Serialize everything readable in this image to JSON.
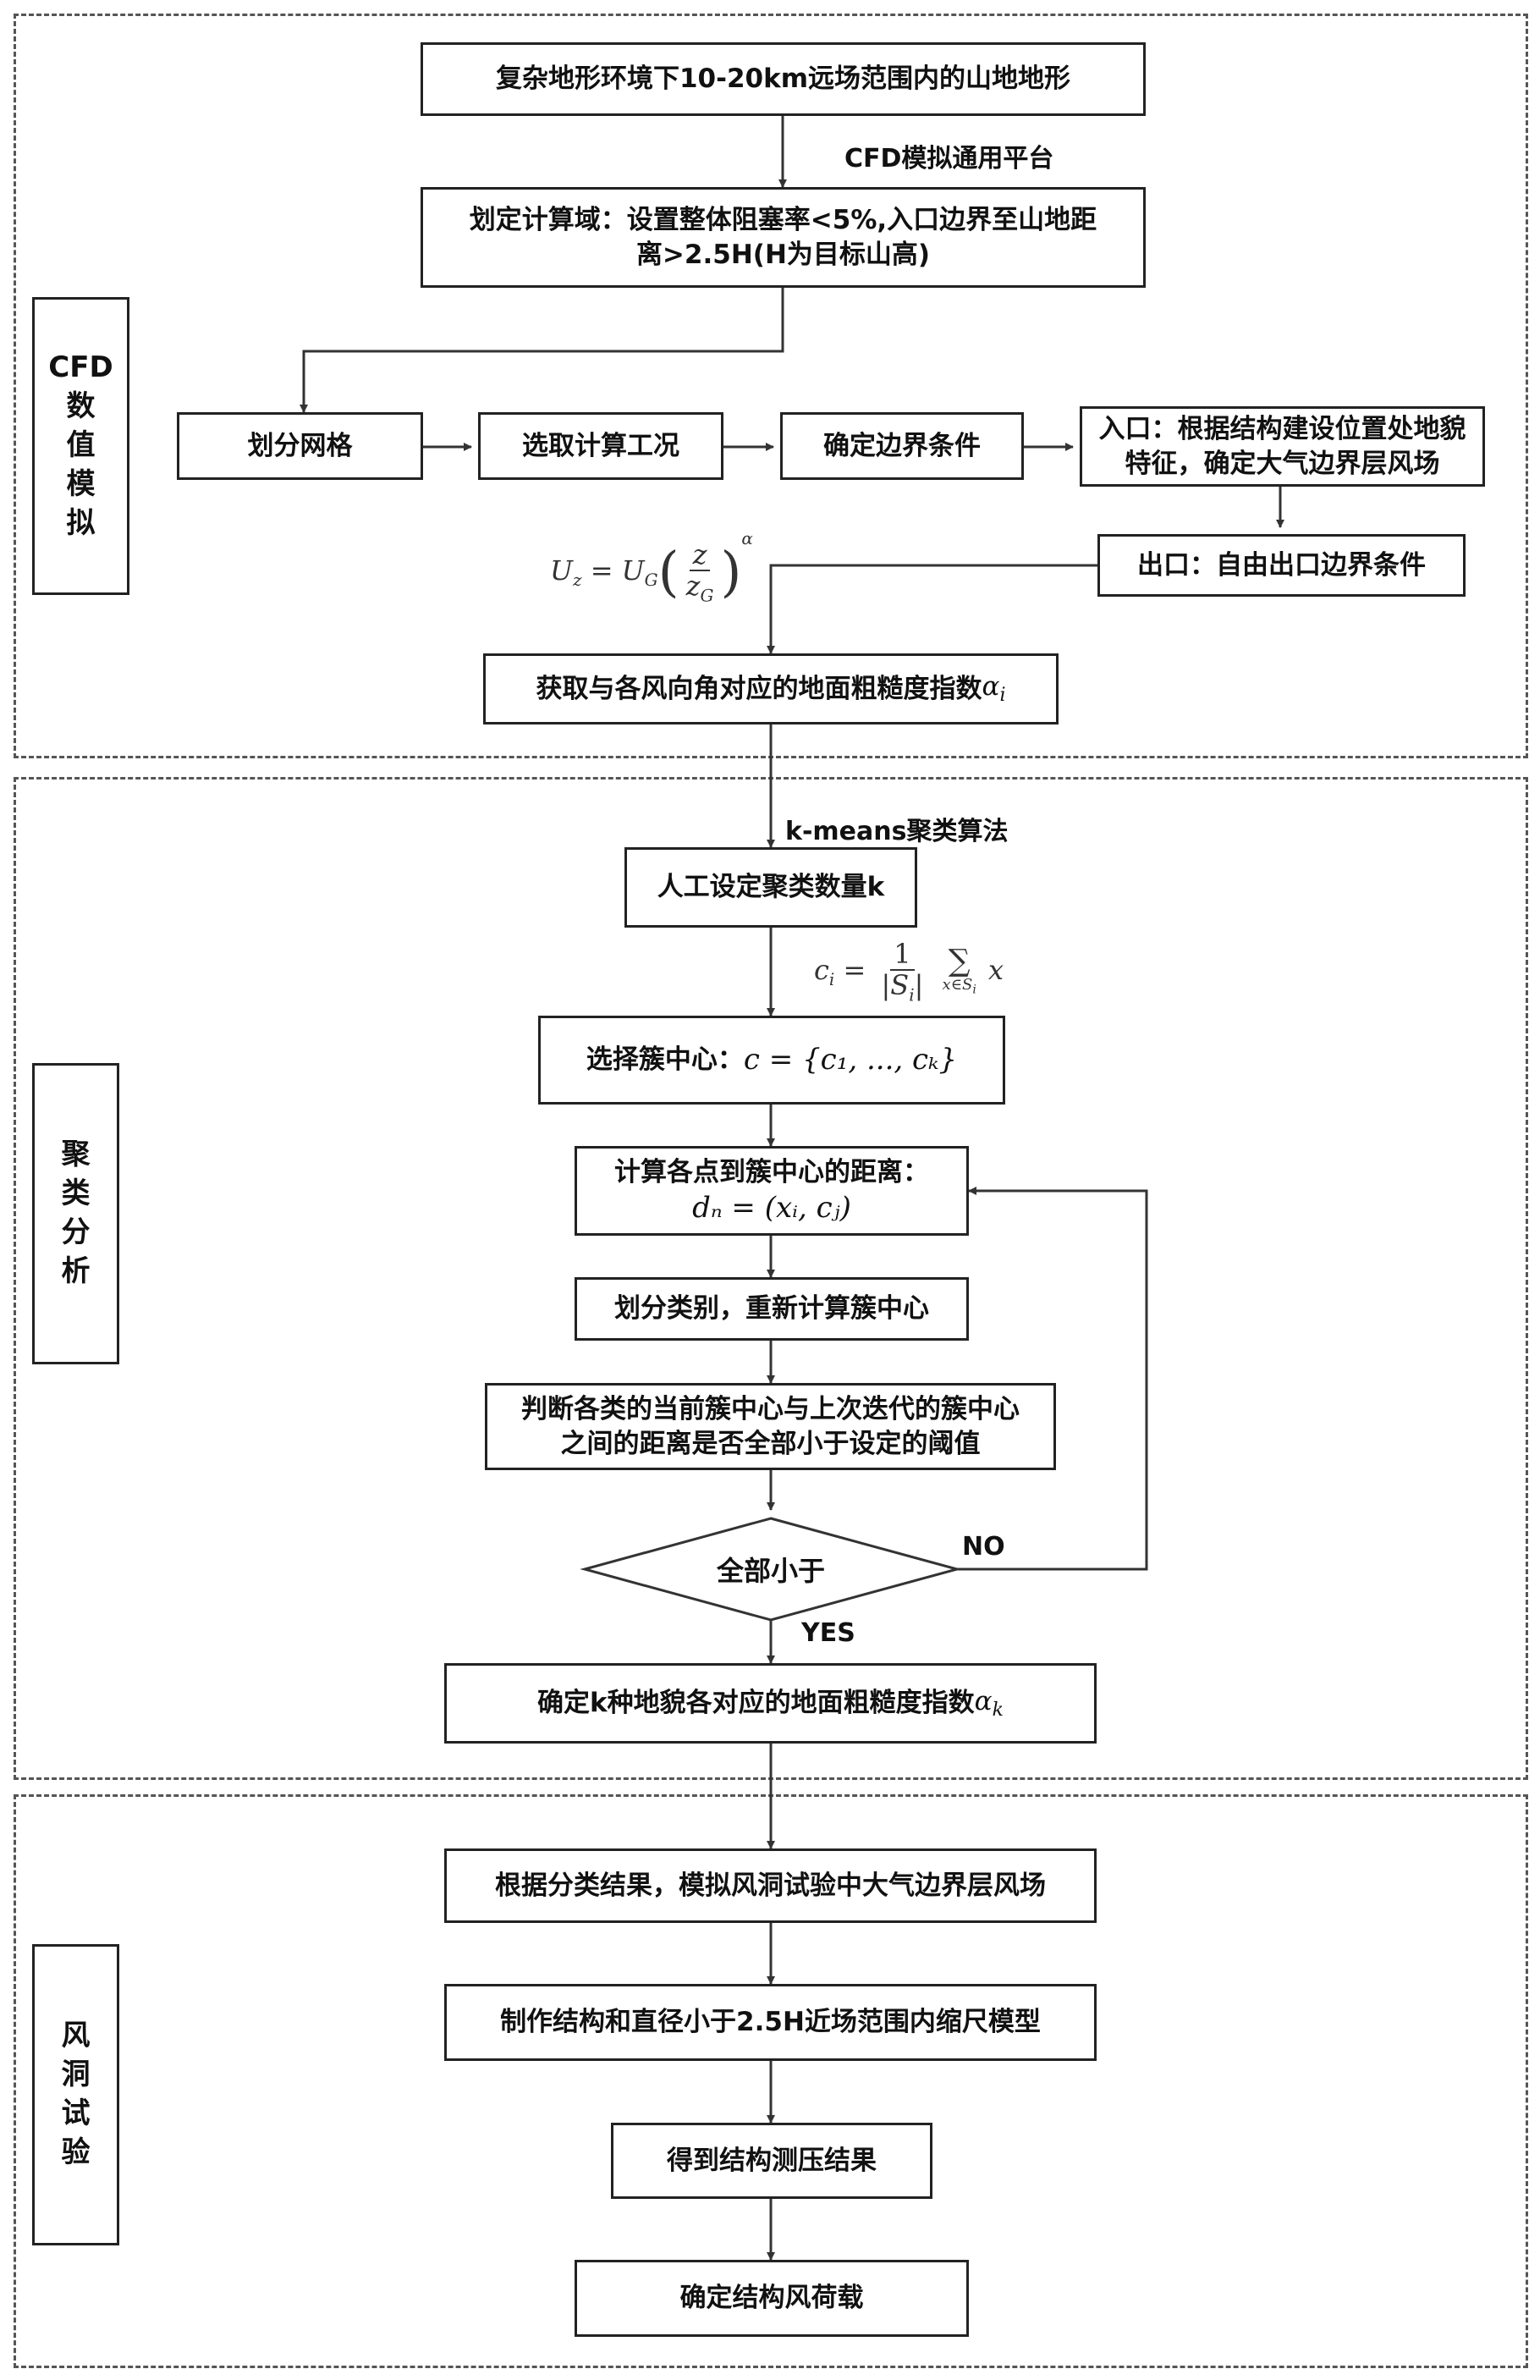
{
  "sections": {
    "cfd": {
      "label": "CFD\n数\n值\n模\n拟"
    },
    "cluster": {
      "label": "聚\n类\n分\n析"
    },
    "wind_tunnel": {
      "label": "风\n洞\n试\n验"
    }
  },
  "nodes": {
    "terrain": "复杂地形环境下10-20km远场范围内的山地地形",
    "domain": "划定计算域：设置整体阻塞率<5%,入口边界至山地距离>2.5H(H为目标山高)",
    "mesh": "划分网格",
    "condition": "选取计算工况",
    "boundary": "确定边界条件",
    "inlet": "入口：根据结构建设位置处地貌特征，确定大气边界层风场",
    "outlet": "出口：自由出口边界条件",
    "roughness": "获取与各风向角对应的地面粗糙度指数",
    "set_k": "人工设定聚类数量k",
    "select_center": "选择簇中心：",
    "calc_distance": "计算各点到簇中心的距离：",
    "reclassify": "划分类别，重新计算簇中心",
    "judge": "判断各类的当前簇中心与上次迭代的簇中心之间的距离是否全部小于设定的阈值",
    "decision": "全部小于",
    "result_k": "确定k种地貌各对应的地面粗糙度指数",
    "simulate": "根据分类结果，模拟风洞试验中大气边界层风场",
    "model": "制作结构和直径小于2.5H近场范围内缩尺模型",
    "pressure": "得到结构测压结果",
    "wind_load": "确定结构风荷载"
  },
  "edge_labels": {
    "cfd_platform": "CFD模拟通用平台",
    "kmeans": "k-means聚类算法",
    "no": "NO",
    "yes": "YES"
  },
  "math": {
    "alpha_i": "α",
    "alpha_i_sub": "i",
    "alpha_k": "α",
    "alpha_k_sub": "k",
    "center_set": "c = {c₁, ..., cₖ}",
    "distance": "dₙ = (xᵢ, cⱼ)",
    "power_law": {
      "lhs": "U",
      "lhs_sub": "z",
      "eq": "= U",
      "g_sub": "G",
      "num": "z",
      "den": "z",
      "den_sub": "G",
      "exp": "α"
    },
    "centroid": {
      "lhs": "c",
      "lhs_sub": "i",
      "eq": "=",
      "num": "1",
      "den": "|S",
      "den_sub": "i",
      "den_close": "|",
      "sum": "∑",
      "sum_sub": "x∈S",
      "sum_sub2": "i",
      "var": "x"
    }
  }
}
